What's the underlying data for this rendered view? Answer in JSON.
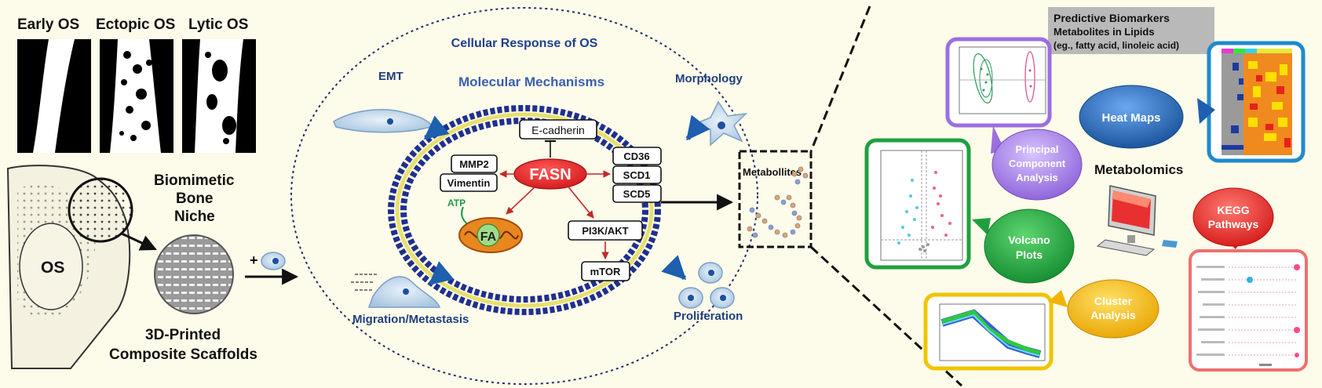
{
  "left": {
    "ct_labels": [
      "Early OS",
      "Ectopic OS",
      "Lytic OS"
    ],
    "niche_label": [
      "Biomimetic",
      "Bone",
      "Niche"
    ],
    "os_label": "OS",
    "plus": "+",
    "scaffold_label": [
      "3D-Printed",
      "Composite Scaffolds"
    ]
  },
  "center": {
    "title": "Cellular Response of OS",
    "subtitle": "Molecular Mechanisms",
    "emt": "EMT",
    "morphology": "Morphology",
    "migration": "Migration/Metastasis",
    "proliferation": "Proliferation",
    "fasn": "FASN",
    "ecadherin": "E-cadherin",
    "left_boxes": [
      "MMP2",
      "Vimentin"
    ],
    "right_boxes": [
      "CD36",
      "SCD1",
      "SCD5"
    ],
    "atp": "ATP",
    "fa": "FA",
    "pi3k": "PI3K/AKT",
    "mtor": "mTOR"
  },
  "metabolites_label": "Metabollites",
  "right": {
    "biomarkers": [
      "Predictive Biomarkers",
      "Metabolites in Lipids",
      "(eg., fatty acid, linoleic acid)"
    ],
    "pca": [
      "Principal",
      "Component",
      "Analysis"
    ],
    "heatmaps": "Heat Maps",
    "metabolomics": "Metabolomics",
    "volcano": [
      "Volcano",
      "Plots"
    ],
    "kegg": [
      "KEGG",
      "Pathways"
    ],
    "cluster": [
      "Cluster",
      "Analysis"
    ]
  },
  "colors": {
    "background": "#fdfbe9",
    "membrane_blue": "#1f2f8f",
    "membrane_yellow": "#e8e070",
    "fasn_red": "#e2222a",
    "title_blue": "#1f3f8f",
    "pca_purple": "#9b6fe0",
    "heatmap_blue": "#1e5fb0",
    "volcano_green": "#1fa040",
    "kegg_red": "#ee2222",
    "cluster_yellow": "#f0b400"
  }
}
